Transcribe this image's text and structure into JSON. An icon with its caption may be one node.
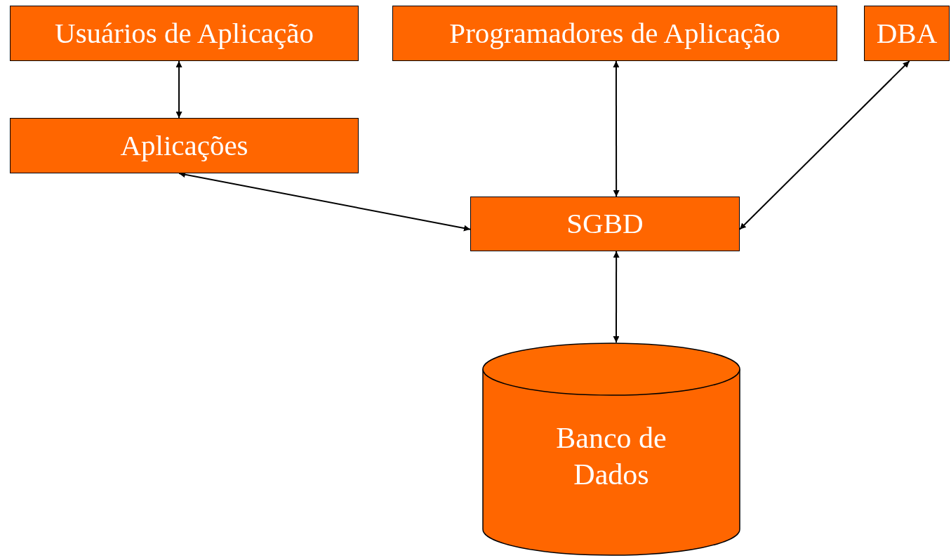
{
  "diagram": {
    "nodes": [
      {
        "text": [
          "Usuários de Aplicação"
        ]
      },
      {
        "text": [
          "Programadores de Aplicação"
        ]
      },
      {
        "text": [
          "DBA"
        ]
      },
      {
        "text": [
          "Aplicações"
        ]
      },
      {
        "text": [
          "SGBD"
        ]
      },
      {
        "text": [
          "Banco de Dados"
        ]
      }
    ],
    "edges": [
      {
        "from": 0,
        "to": 3,
        "arrow": "both"
      },
      {
        "from": 3,
        "to": 4,
        "arrow": "both"
      },
      {
        "from": 1,
        "to": 4,
        "arrow": "both"
      },
      {
        "from": 2,
        "to": 4,
        "arrow": "both"
      },
      {
        "from": 4,
        "to": 5,
        "arrow": "both"
      }
    ]
  }
}
